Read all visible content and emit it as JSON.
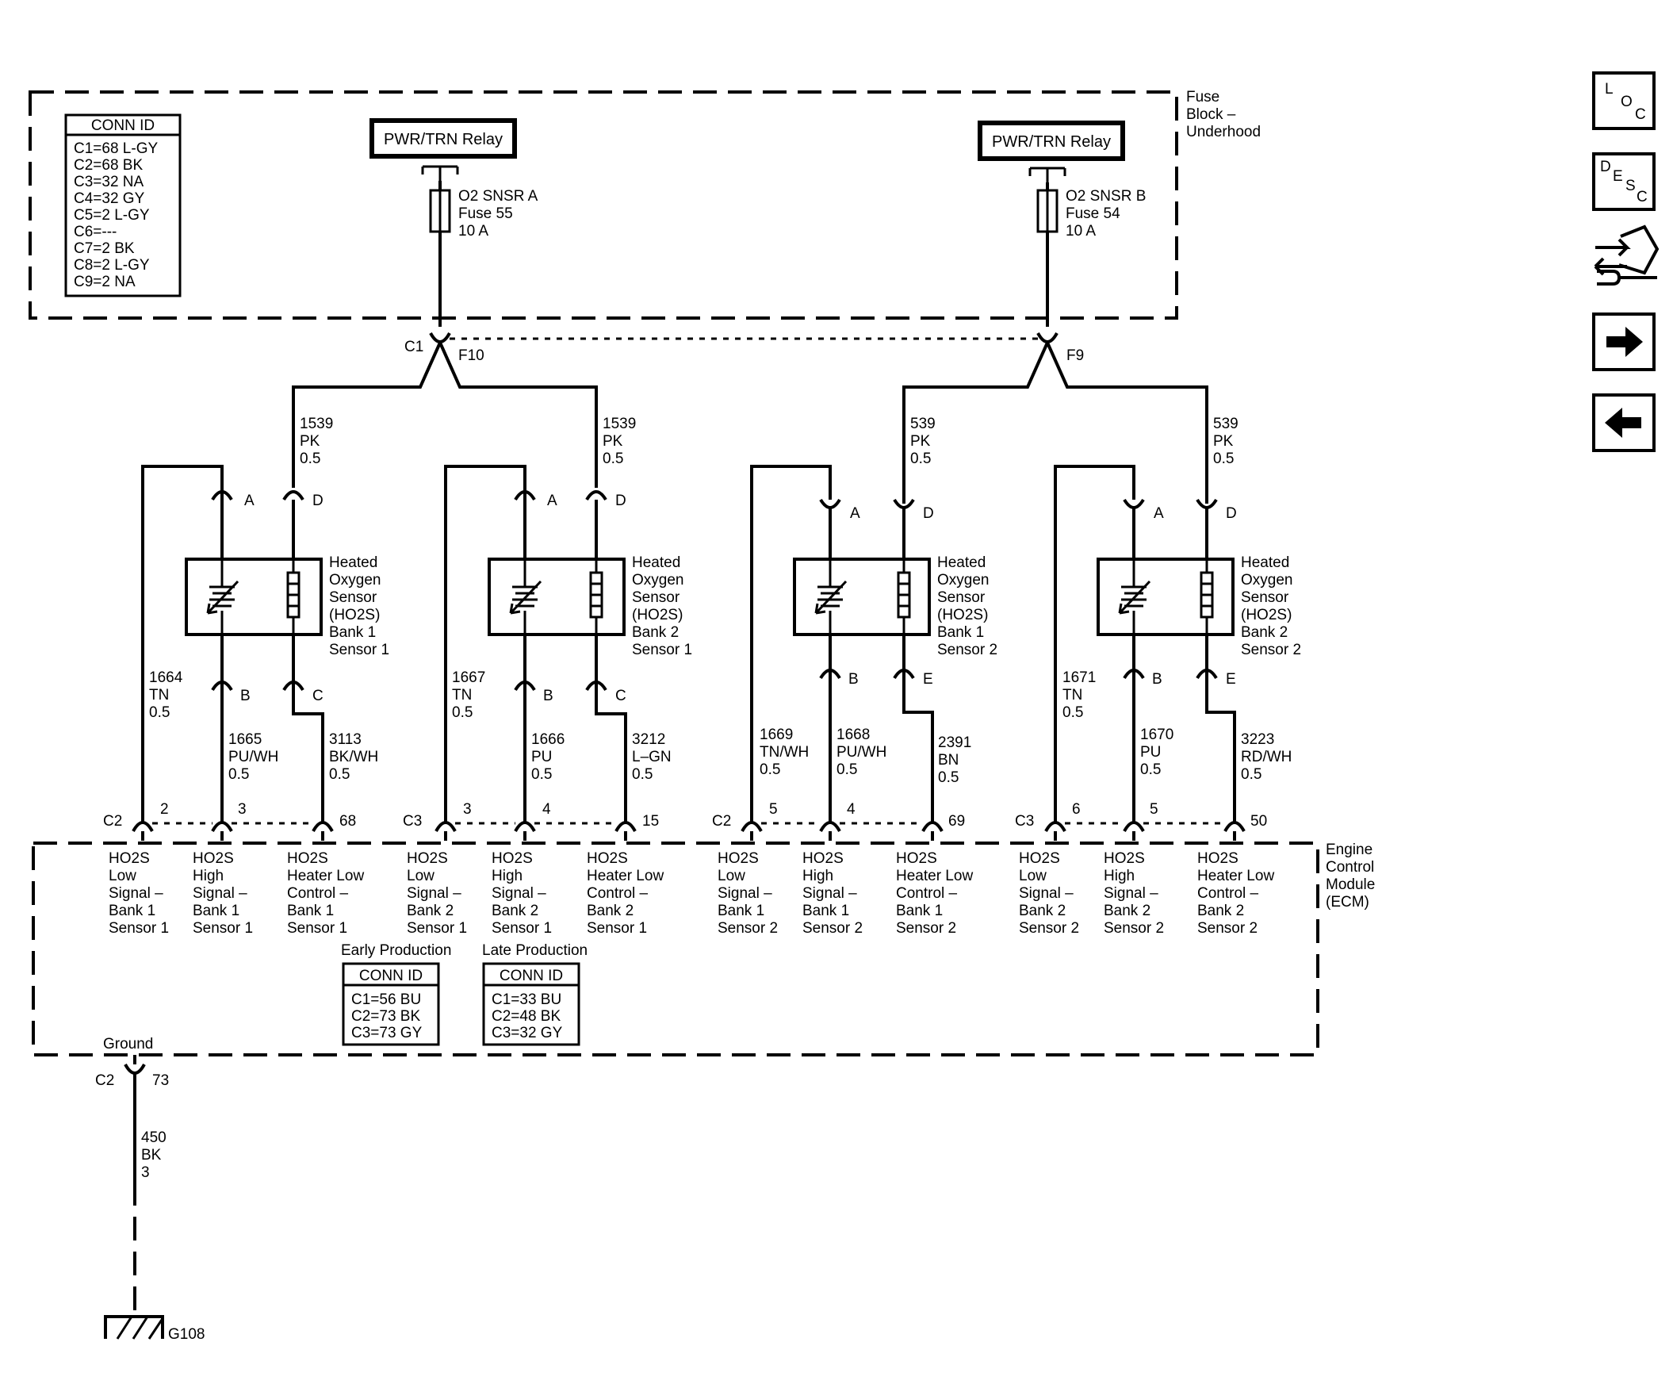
{
  "fuse_block": {
    "label": [
      "Fuse",
      "Block –",
      "Underhood"
    ],
    "relay_a": "PWR/TRN Relay",
    "relay_b": "PWR/TRN Relay",
    "fuse_a": [
      "O2 SNSR A",
      "Fuse 55",
      "10 A"
    ],
    "fuse_b": [
      "O2 SNSR B",
      "Fuse 54",
      "10 A"
    ],
    "conn_id": {
      "title": "CONN ID",
      "rows": [
        "C1=68 L-GY",
        "C2=68 BK",
        "C3=32 NA",
        "C4=32 GY",
        "C5=2 L-GY",
        "C6=---",
        "C7=2 BK",
        "C8=2 L-GY",
        "C9=2 NA"
      ]
    },
    "out_a": {
      "conn": "C1",
      "pin": "F10"
    },
    "out_b": {
      "pin": "F9"
    }
  },
  "sensors": [
    {
      "name": [
        "Heated",
        "Oxygen",
        "Sensor",
        "(HO2S)",
        "Bank 1",
        "Sensor 1"
      ],
      "pins": {
        "a": "A",
        "d": "D",
        "b": "B",
        "c": "C"
      },
      "feed": [
        "1539",
        "PK",
        "0.5"
      ],
      "low": [
        "1664",
        "TN",
        "0.5"
      ],
      "high": [
        "1665",
        "PU/WH",
        "0.5"
      ],
      "heat": [
        "3113",
        "BK/WH",
        "0.5"
      ],
      "ecm_conn": "C2",
      "ecm_pins": [
        "2",
        "3",
        "68"
      ],
      "ecm_labels": [
        [
          "HO2S",
          "Low",
          "Signal –",
          "Bank 1",
          "Sensor 1"
        ],
        [
          "HO2S",
          "High",
          "Signal –",
          "Bank 1",
          "Sensor 1"
        ],
        [
          "HO2S",
          "Heater Low",
          "Control –",
          "Bank 1",
          "Sensor 1"
        ]
      ]
    },
    {
      "name": [
        "Heated",
        "Oxygen",
        "Sensor",
        "(HO2S)",
        "Bank 2",
        "Sensor 1"
      ],
      "pins": {
        "a": "A",
        "d": "D",
        "b": "B",
        "c": "C"
      },
      "feed": [
        "1539",
        "PK",
        "0.5"
      ],
      "low": [
        "1667",
        "TN",
        "0.5"
      ],
      "high": [
        "1666",
        "PU",
        "0.5"
      ],
      "heat": [
        "3212",
        "L–GN",
        "0.5"
      ],
      "ecm_conn": "C3",
      "ecm_pins": [
        "3",
        "4",
        "15"
      ],
      "ecm_labels": [
        [
          "HO2S",
          "Low",
          "Signal –",
          "Bank 2",
          "Sensor 1"
        ],
        [
          "HO2S",
          "High",
          "Signal –",
          "Bank 2",
          "Sensor 1"
        ],
        [
          "HO2S",
          "Heater Low",
          "Control –",
          "Bank 2",
          "Sensor 1"
        ]
      ]
    },
    {
      "name": [
        "Heated",
        "Oxygen",
        "Sensor",
        "(HO2S)",
        "Bank 1",
        "Sensor 2"
      ],
      "pins": {
        "a": "A",
        "d": "D",
        "b": "B",
        "c": "E"
      },
      "feed": [
        "539",
        "PK",
        "0.5"
      ],
      "low": [
        "1669",
        "TN/WH",
        "0.5"
      ],
      "high": [
        "1668",
        "PU/WH",
        "0.5"
      ],
      "heat": [
        "2391",
        "BN",
        "0.5"
      ],
      "ecm_conn": "C2",
      "ecm_pins": [
        "5",
        "4",
        "69"
      ],
      "ecm_labels": [
        [
          "HO2S",
          "Low",
          "Signal –",
          "Bank 1",
          "Sensor 2"
        ],
        [
          "HO2S",
          "High",
          "Signal –",
          "Bank 1",
          "Sensor 2"
        ],
        [
          "HO2S",
          "Heater Low",
          "Control –",
          "Bank 1",
          "Sensor 2"
        ]
      ]
    },
    {
      "name": [
        "Heated",
        "Oxygen",
        "Sensor",
        "(HO2S)",
        "Bank 2",
        "Sensor 2"
      ],
      "pins": {
        "a": "A",
        "d": "D",
        "b": "B",
        "c": "E"
      },
      "feed": [
        "539",
        "PK",
        "0.5"
      ],
      "low": [
        "1671",
        "TN",
        "0.5"
      ],
      "high": [
        "1670",
        "PU",
        "0.5"
      ],
      "heat": [
        "3223",
        "RD/WH",
        "0.5"
      ],
      "ecm_conn": "C3",
      "ecm_pins": [
        "6",
        "5",
        "50"
      ],
      "ecm_labels": [
        [
          "HO2S",
          "Low",
          "Signal –",
          "Bank 2",
          "Sensor 2"
        ],
        [
          "HO2S",
          "High",
          "Signal –",
          "Bank 2",
          "Sensor 2"
        ],
        [
          "HO2S",
          "Heater Low",
          "Control –",
          "Bank 2",
          "Sensor 2"
        ]
      ]
    }
  ],
  "ecm": {
    "label": [
      "Engine",
      "Control",
      "Module",
      "(ECM)"
    ],
    "early": {
      "caption": "Early Production",
      "title": "CONN ID",
      "rows": [
        "C1=56 BU",
        "C2=73 BK",
        "C3=73 GY"
      ]
    },
    "late": {
      "caption": "Late Production",
      "title": "CONN ID",
      "rows": [
        "C1=33 BU",
        "C2=48 BK",
        "C3=32 GY"
      ]
    },
    "ground": {
      "label": "Ground",
      "conn": "C2",
      "pin": "73",
      "wire": [
        "450",
        "BK",
        "3"
      ],
      "g": "G108"
    }
  },
  "nav": {
    "loc": [
      "L",
      "O",
      "C"
    ],
    "desc": [
      "D",
      "E",
      "S",
      "C"
    ]
  }
}
